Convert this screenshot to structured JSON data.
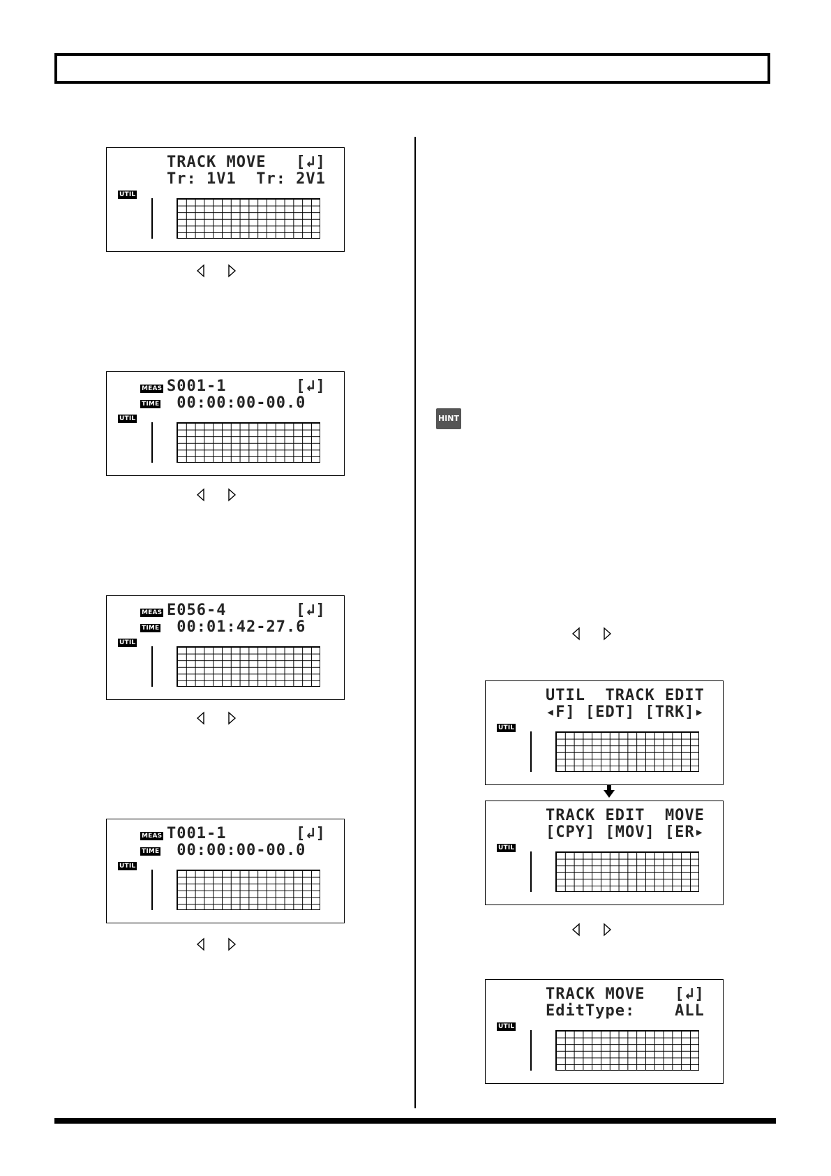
{
  "screens": [
    {
      "id": "track-move-tr",
      "line1": "TRACK MOVE   [↲]",
      "line2": "Tr: 1V1  Tr: 2V1",
      "badges": [
        "UTIL"
      ]
    },
    {
      "id": "start-point",
      "line1": "S001-1       [↲]",
      "line2": " 00:00:00-00.0",
      "badges": [
        "MEAS",
        "TIME",
        "UTIL"
      ]
    },
    {
      "id": "end-point",
      "line1": "E056-4       [↲]",
      "line2": " 00:01:42-27.6",
      "badges": [
        "MEAS",
        "TIME",
        "UTIL"
      ]
    },
    {
      "id": "to-point",
      "line1": "T001-1       [↲]",
      "line2": " 00:00:00-00.0",
      "badges": [
        "MEAS",
        "TIME",
        "UTIL"
      ]
    },
    {
      "id": "util-track-edit",
      "line1": "UTIL  TRACK EDIT",
      "line2": "◂F] [EDT] [TRK]▸",
      "badges": [
        "UTIL"
      ]
    },
    {
      "id": "track-edit-move",
      "line1": "TRACK EDIT  MOVE",
      "line2": "[CPY] [MOV] [ER▸",
      "badges": [
        "UTIL"
      ]
    },
    {
      "id": "track-move-edittype",
      "line1": "TRACK MOVE   [↲]",
      "line2": "EditType:    ALL",
      "badges": [
        "UTIL"
      ]
    }
  ],
  "icons": {
    "hint": "HINT",
    "cursor_arrows": "left-right-cursor-icon",
    "flow_arrow": "down-arrow-icon"
  }
}
